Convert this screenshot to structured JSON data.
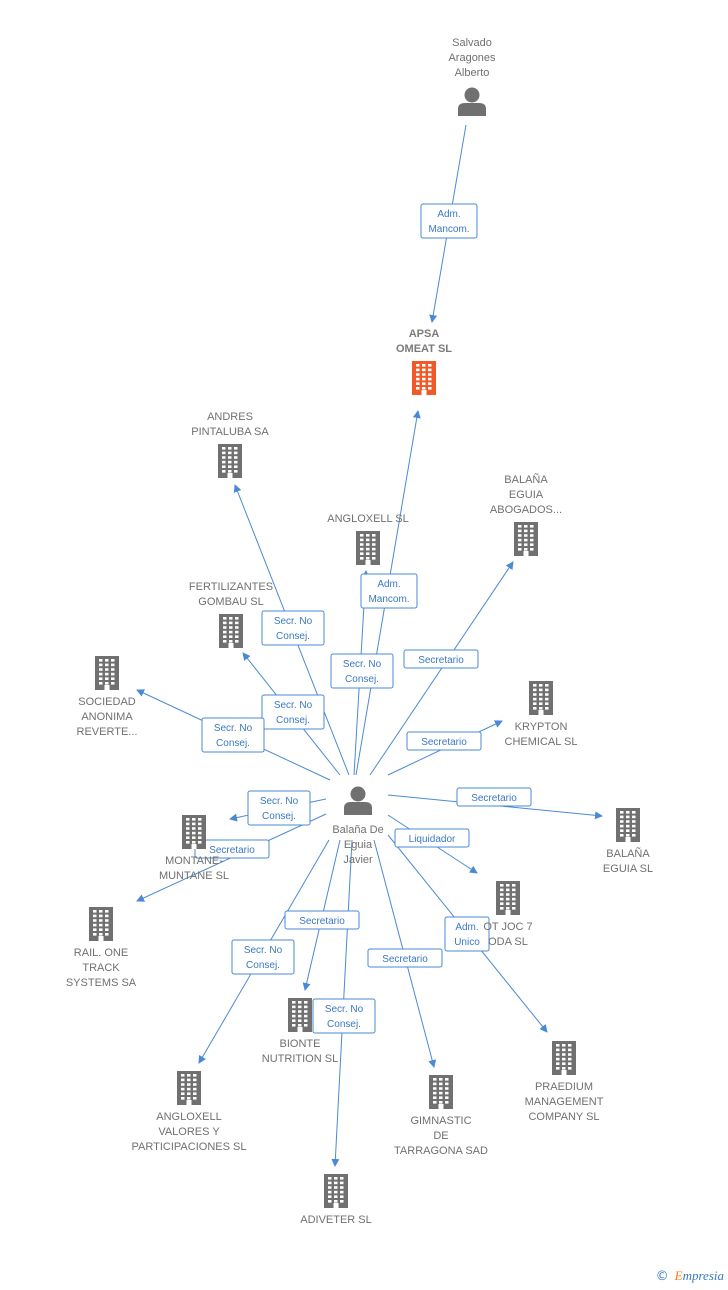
{
  "colors": {
    "edge": "#4a8ad4",
    "icon": "#707070",
    "highlight": "#f05a28"
  },
  "nodes": [
    {
      "id": "salvado",
      "type": "person",
      "lines": [
        "Salvado",
        "Aragones",
        "Alberto"
      ]
    },
    {
      "id": "apsa",
      "type": "company",
      "highlight": true,
      "lines": [
        "APSA",
        "OMEAT SL"
      ]
    },
    {
      "id": "andres",
      "type": "company",
      "lines": [
        "ANDRES",
        "PINTALUBA SA"
      ]
    },
    {
      "id": "balana_abog",
      "type": "company",
      "lines": [
        "BALAÑA",
        "EGUIA",
        "ABOGADOS..."
      ]
    },
    {
      "id": "angloxell",
      "type": "company",
      "lines": [
        "ANGLOXELL SL"
      ]
    },
    {
      "id": "fertilizantes",
      "type": "company",
      "lines": [
        "FERTILIZANTES",
        "GOMBAU SL"
      ]
    },
    {
      "id": "sociedad",
      "type": "company",
      "lines": [
        "SOCIEDAD",
        "ANONIMA",
        "REVERTE..."
      ]
    },
    {
      "id": "krypton",
      "type": "company",
      "lines": [
        "KRYPTON",
        "CHEMICAL SL"
      ]
    },
    {
      "id": "balana_javier",
      "type": "person",
      "lines": [
        "Balaña De",
        "Eguia",
        "Javier"
      ]
    },
    {
      "id": "montane",
      "type": "company",
      "lines": [
        "MONTANE-",
        "MUNTANE SL"
      ]
    },
    {
      "id": "balana_eguia",
      "type": "company",
      "lines": [
        "BALAÑA",
        "EGUIA SL"
      ]
    },
    {
      "id": "joc7",
      "type": "company",
      "lines": [
        "OT JOC 7",
        "ODA SL"
      ]
    },
    {
      "id": "rail",
      "type": "company",
      "lines": [
        "RAIL. ONE",
        "TRACK",
        "SYSTEMS SA"
      ]
    },
    {
      "id": "bionte",
      "type": "company",
      "lines": [
        "BIONTE",
        "NUTRITION SL"
      ]
    },
    {
      "id": "praedium",
      "type": "company",
      "lines": [
        "PRAEDIUM",
        "MANAGEMENT",
        "COMPANY SL"
      ]
    },
    {
      "id": "angloxell_val",
      "type": "company",
      "lines": [
        "ANGLOXELL",
        "VALORES Y",
        "PARTICIPACIONES SL"
      ]
    },
    {
      "id": "gimnastic",
      "type": "company",
      "lines": [
        "GIMNASTIC",
        "DE",
        "TARRAGONA SAD"
      ]
    },
    {
      "id": "adiveter",
      "type": "company",
      "lines": [
        "ADIVETER SL"
      ]
    }
  ],
  "edges": [
    {
      "from": "salvado",
      "to": "apsa",
      "label": [
        "Adm.",
        "Mancom."
      ]
    },
    {
      "from": "balana_javier",
      "to": "apsa",
      "label": [
        "Adm.",
        "Mancom."
      ]
    },
    {
      "from": "balana_javier",
      "to": "andres",
      "label": [
        "Secr. No",
        "Consej."
      ]
    },
    {
      "from": "balana_javier",
      "to": "angloxell",
      "label": [
        "Secr. No",
        "Consej."
      ]
    },
    {
      "from": "balana_javier",
      "to": "balana_abog",
      "label": [
        "Secretario"
      ]
    },
    {
      "from": "balana_javier",
      "to": "fertilizantes",
      "label": [
        "Secr. No",
        "Consej."
      ]
    },
    {
      "from": "balana_javier",
      "to": "sociedad",
      "label": [
        "Secr. No",
        "Consej."
      ]
    },
    {
      "from": "balana_javier",
      "to": "krypton",
      "label": [
        "Secretario"
      ]
    },
    {
      "from": "balana_javier",
      "to": "montane",
      "label": [
        "Secr. No",
        "Consej."
      ]
    },
    {
      "from": "balana_javier",
      "to": "balana_eguia",
      "label": [
        "Secretario"
      ]
    },
    {
      "from": "balana_javier",
      "to": "rail",
      "label": [
        "Secretario"
      ]
    },
    {
      "from": "balana_javier",
      "to": "joc7",
      "label": [
        "Liquidador"
      ]
    },
    {
      "from": "balana_javier",
      "to": "praedium",
      "label": [
        "Adm.",
        "Unico"
      ]
    },
    {
      "from": "balana_javier",
      "to": "bionte",
      "label": [
        "Secretario"
      ]
    },
    {
      "from": "balana_javier",
      "to": "angloxell_val",
      "label": [
        "Secr. No",
        "Consej."
      ]
    },
    {
      "from": "balana_javier",
      "to": "gimnastic",
      "label": [
        "Secretario"
      ]
    },
    {
      "from": "balana_javier",
      "to": "adiveter",
      "label": [
        "Secr. No",
        "Consej."
      ]
    }
  ],
  "footer": {
    "copyright": "©",
    "brand_first": "E",
    "brand_rest": "mpresia"
  }
}
